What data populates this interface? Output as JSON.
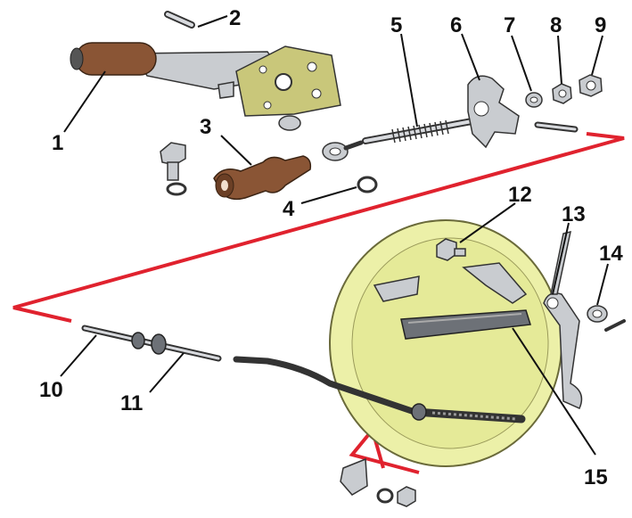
{
  "callouts": [
    {
      "id": "1",
      "label": "1"
    },
    {
      "id": "2",
      "label": "2"
    },
    {
      "id": "3",
      "label": "3"
    },
    {
      "id": "4",
      "label": "4"
    },
    {
      "id": "5",
      "label": "5"
    },
    {
      "id": "6",
      "label": "6"
    },
    {
      "id": "7",
      "label": "7"
    },
    {
      "id": "8",
      "label": "8"
    },
    {
      "id": "9",
      "label": "9"
    },
    {
      "id": "10",
      "label": "10"
    },
    {
      "id": "11",
      "label": "11"
    },
    {
      "id": "12",
      "label": "12"
    },
    {
      "id": "13",
      "label": "13"
    },
    {
      "id": "14",
      "label": "14"
    },
    {
      "id": "15",
      "label": "15"
    }
  ],
  "colors": {
    "connector_line": "#e0222e",
    "brake_shield": "#ecf0a8",
    "handle_grip": "#8a5535",
    "bracket": "#c9c77a",
    "metal": "#c9ccd0"
  }
}
